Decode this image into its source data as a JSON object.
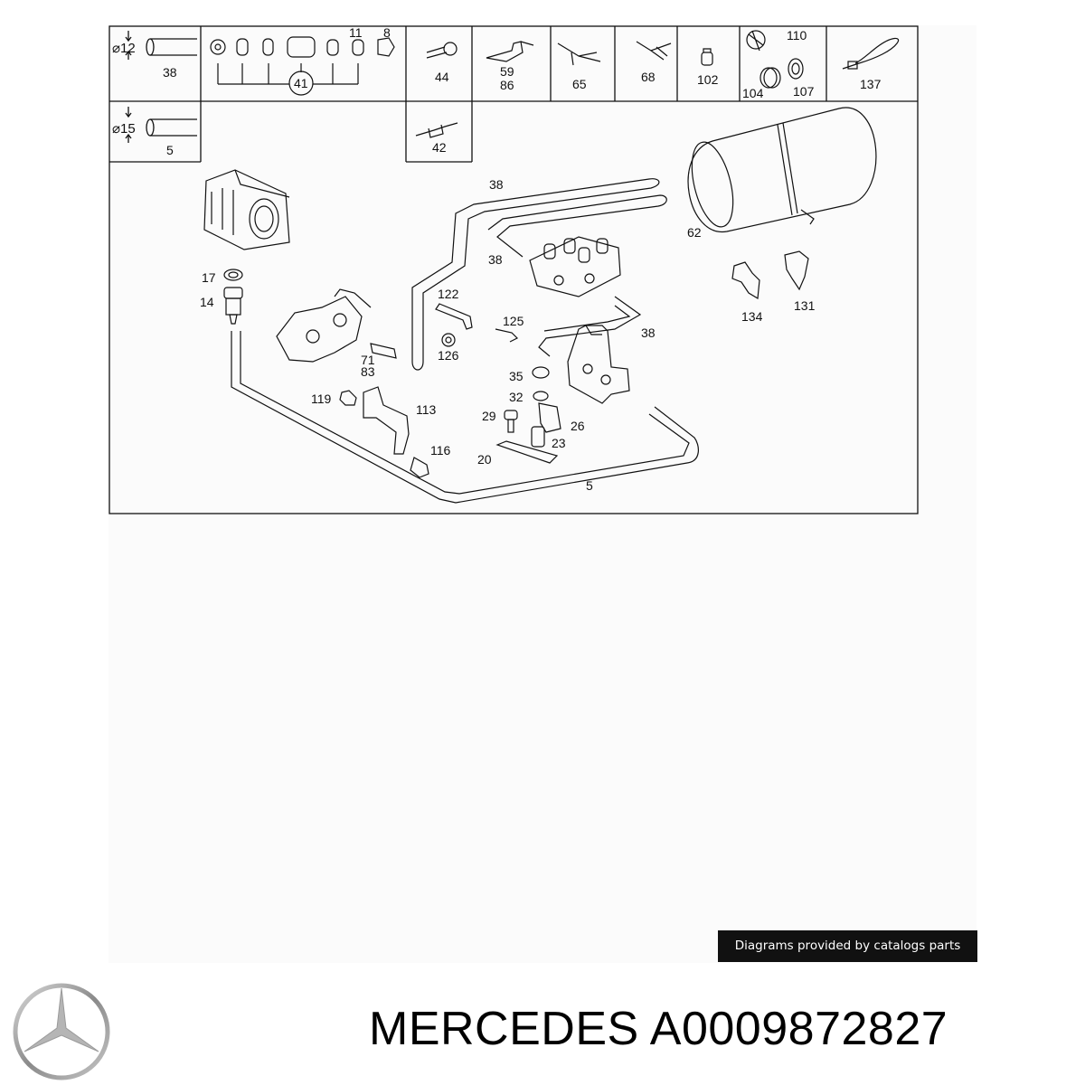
{
  "top_row": {
    "pipe_12": {
      "dim_label": "⌀12",
      "callout": "38"
    },
    "fittings_41": {
      "callouts": [
        "11",
        "8",
        "41"
      ]
    },
    "cells": [
      {
        "labels": [
          "44"
        ],
        "icon": "banjo-fitting-icon"
      },
      {
        "labels": [
          "59",
          "86"
        ],
        "icon": "elbow-connector-icon"
      },
      {
        "labels": [
          "65"
        ],
        "icon": "tee-connector-icon"
      },
      {
        "labels": [
          "68"
        ],
        "icon": "y-connector-icon"
      },
      {
        "labels": [
          "102"
        ],
        "icon": "plug-cap-icon"
      },
      {
        "labels": [
          "110",
          "104",
          "107"
        ],
        "icon": "clamp-tool-icon"
      },
      {
        "labels": [
          "137"
        ],
        "icon": "cable-tie-icon"
      }
    ]
  },
  "second_row": {
    "pipe_15": {
      "dim_label": "⌀15",
      "callout": "5"
    },
    "cell_42": {
      "label": "42"
    }
  },
  "callouts": [
    {
      "id": "38",
      "text": "38"
    },
    {
      "id": "38b",
      "text": "38"
    },
    {
      "id": "38c",
      "text": "38"
    },
    {
      "id": "62",
      "text": "62"
    },
    {
      "id": "17",
      "text": "17"
    },
    {
      "id": "14",
      "text": "14"
    },
    {
      "id": "122",
      "text": "122"
    },
    {
      "id": "125",
      "text": "125"
    },
    {
      "id": "126",
      "text": "126"
    },
    {
      "id": "71",
      "text": "71"
    },
    {
      "id": "83",
      "text": "83"
    },
    {
      "id": "134",
      "text": "134"
    },
    {
      "id": "131",
      "text": "131"
    },
    {
      "id": "35",
      "text": "35"
    },
    {
      "id": "32",
      "text": "32"
    },
    {
      "id": "29",
      "text": "29"
    },
    {
      "id": "26",
      "text": "26"
    },
    {
      "id": "23",
      "text": "23"
    },
    {
      "id": "20",
      "text": "20"
    },
    {
      "id": "119",
      "text": "119"
    },
    {
      "id": "113",
      "text": "113"
    },
    {
      "id": "116",
      "text": "116"
    },
    {
      "id": "5",
      "text": "5"
    }
  ],
  "credit": "Diagrams provided by catalogs parts",
  "brand": {
    "title": "MERCEDES A0009872827"
  }
}
